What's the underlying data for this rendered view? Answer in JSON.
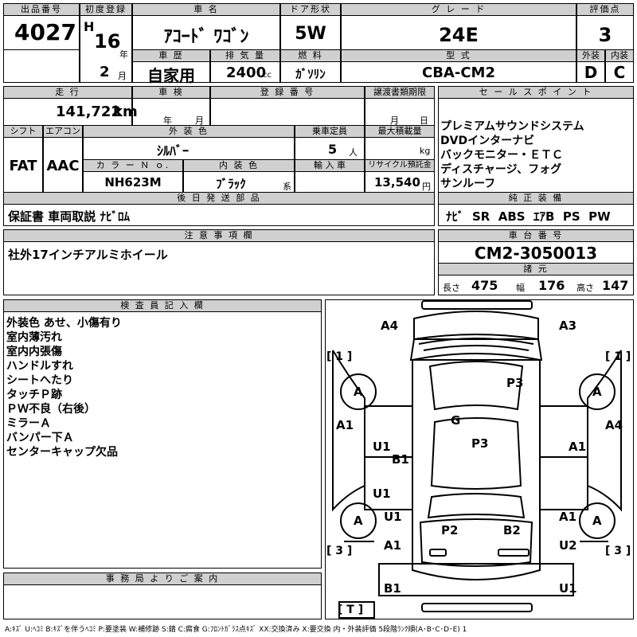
{
  "header": {
    "lot_label": "出品番号",
    "lot": "4027",
    "first_reg_label": "初度登録",
    "era": "H",
    "year": "16",
    "year_unit": "年",
    "month": "2",
    "month_unit": "月",
    "car_name_label": "車 名",
    "car_name": "ｱｺｰﾄﾞ ﾜｺﾞﾝ",
    "door_label": "ドア形状",
    "door": "5W",
    "grade_label": "グ レ ー ド",
    "grade": "24E",
    "score_label": "評価点",
    "score": "3",
    "history_label": "車 歴",
    "history": "自家用",
    "displacement_label": "排 気 量",
    "displacement": "2400",
    "displacement_unit": "cc",
    "fuel_label": "燃 料",
    "fuel": "ｶﾞｿﾘﾝ",
    "model_label": "型 式",
    "model": "CBA-CM2",
    "exterior_label": "外装",
    "exterior": "D",
    "interior_label": "内装",
    "interior": "C"
  },
  "row2": {
    "mileage_label": "走 行",
    "mileage": "141,722",
    "mileage_unit": "km",
    "inspection_label": "車 検",
    "insp_year": "年",
    "insp_month": "月",
    "plate_label": "登 録 番 号",
    "transfer_label": "譲渡書類期限",
    "transfer_month": "月",
    "transfer_day": "日",
    "shift_label": "シフト",
    "shift": "FAT",
    "ac_label": "エアコン",
    "ac": "AAC",
    "ext_color_label": "外 装 色",
    "ext_color": "ｼﾙﾊﾞｰ",
    "capacity_label": "乗車定員",
    "capacity": "5",
    "capacity_unit": "人",
    "max_load_label": "最大積載量",
    "max_load_unit": "kg",
    "color_no_label": "カ ラ ー Ｎ ｏ.",
    "color_no": "NH623M",
    "int_color_label": "内 装 色",
    "int_color": "ﾌﾞﾗｯｸ",
    "int_color_unit": "系",
    "import_label": "輸 入 車",
    "recycle_label": "リサイクル預託金",
    "recycle": "13,540",
    "recycle_unit": "円",
    "later_parts_label": "後 日 発 送 部 品",
    "later_parts": "保証書 車両取説 ﾅﾋﾞﾛﾑ"
  },
  "sales": {
    "label": "セ ー ル ス ポ イ ン ト",
    "points": [
      "プレミアムサウンドシステム",
      "DVDインターナビ",
      "バックモニター・ＥＴＣ",
      "ディスチャージ、フォグ",
      "サンルーフ"
    ],
    "equip_label": "純 正 装 備",
    "equipment": "ﾅﾋﾞ  SR  ABS  ｴｱB  PS  PW"
  },
  "notes": {
    "label": "注 意 事 項 欄",
    "text": "社外17インチアルミホイール"
  },
  "chassis": {
    "label": "車 台 番 号",
    "number": "CM2-3050013",
    "spec_label": "諸 元",
    "length_label": "長さ",
    "length": "475",
    "width_label": "幅",
    "width": "176",
    "height_label": "高さ",
    "height": "147"
  },
  "inspector": {
    "label": "検 査 員 記 入 欄",
    "lines": [
      "外装色 あせ、小傷有り",
      "室内薄汚れ",
      "室内内張傷",
      "ハンドルすれ",
      "シートへたり",
      "タッチＰ跡",
      "ＰＷ不良（右後）",
      "ミラーＡ",
      "バンパー下Ａ",
      "センターキャップ欠品"
    ]
  },
  "office": {
    "label": "事 務 局 よ り ご 案 内"
  },
  "diagram": {
    "marks": [
      "A4",
      "A3",
      "[ 1 ]",
      "[ 1 ]",
      "A",
      "A",
      "P3",
      "A1",
      "A4",
      "G",
      "U1",
      "P3",
      "A1",
      "B1",
      "U1",
      "A",
      "U1",
      "A",
      "A1",
      "P2",
      "B2",
      "[ 3 ]",
      "A1",
      "U2",
      "[ 3 ]",
      "B1",
      "U1",
      "[ T ]"
    ]
  },
  "legend": "A:ｷｽﾞ U:ﾍｺﾐ B:ｷｽﾞを伴うﾍｺﾐ P:要塗装 W:補修跡 S:錆 C:腐食 G:ﾌﾛﾝﾄｶﾞﾗｽ点ｷｽﾞ XX:交換済み X:要交換  内・外装評価 5段階ﾗﾝｸ順(A･B･C･D･E) 1"
}
